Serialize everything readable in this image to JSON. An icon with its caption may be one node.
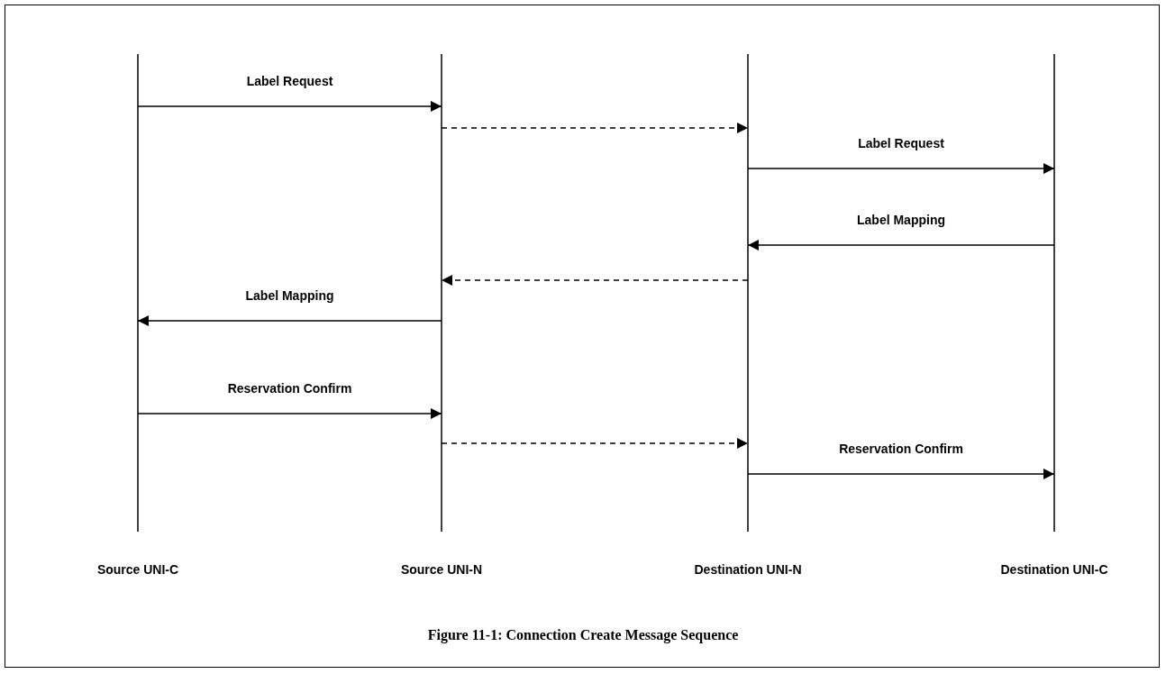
{
  "diagram": {
    "caption": "Figure 11-1: Connection Create Message Sequence",
    "nodes": [
      {
        "text": [
          "Source UNI-C"
        ]
      },
      {
        "text": [
          "Source UNI-N"
        ]
      },
      {
        "text": [
          "Destination UNI-N"
        ]
      },
      {
        "text": [
          "Destination UNI-C"
        ]
      }
    ],
    "edges": [
      {
        "from": 0,
        "to": 1,
        "arrow": "to",
        "label": "Label Request"
      },
      {
        "from": 1,
        "to": 2,
        "arrow": "to",
        "style": "dashed"
      },
      {
        "from": 2,
        "to": 3,
        "arrow": "to",
        "label": "Label Request"
      },
      {
        "from": 3,
        "to": 2,
        "arrow": "to",
        "label": "Label Mapping"
      },
      {
        "from": 2,
        "to": 1,
        "arrow": "to",
        "style": "dashed"
      },
      {
        "from": 1,
        "to": 0,
        "arrow": "to",
        "label": "Label Mapping"
      },
      {
        "from": 0,
        "to": 1,
        "arrow": "to",
        "label": "Reservation Confirm"
      },
      {
        "from": 1,
        "to": 2,
        "arrow": "to",
        "style": "dashed"
      },
      {
        "from": 2,
        "to": 3,
        "arrow": "to",
        "label": "Reservation Confirm"
      }
    ]
  }
}
